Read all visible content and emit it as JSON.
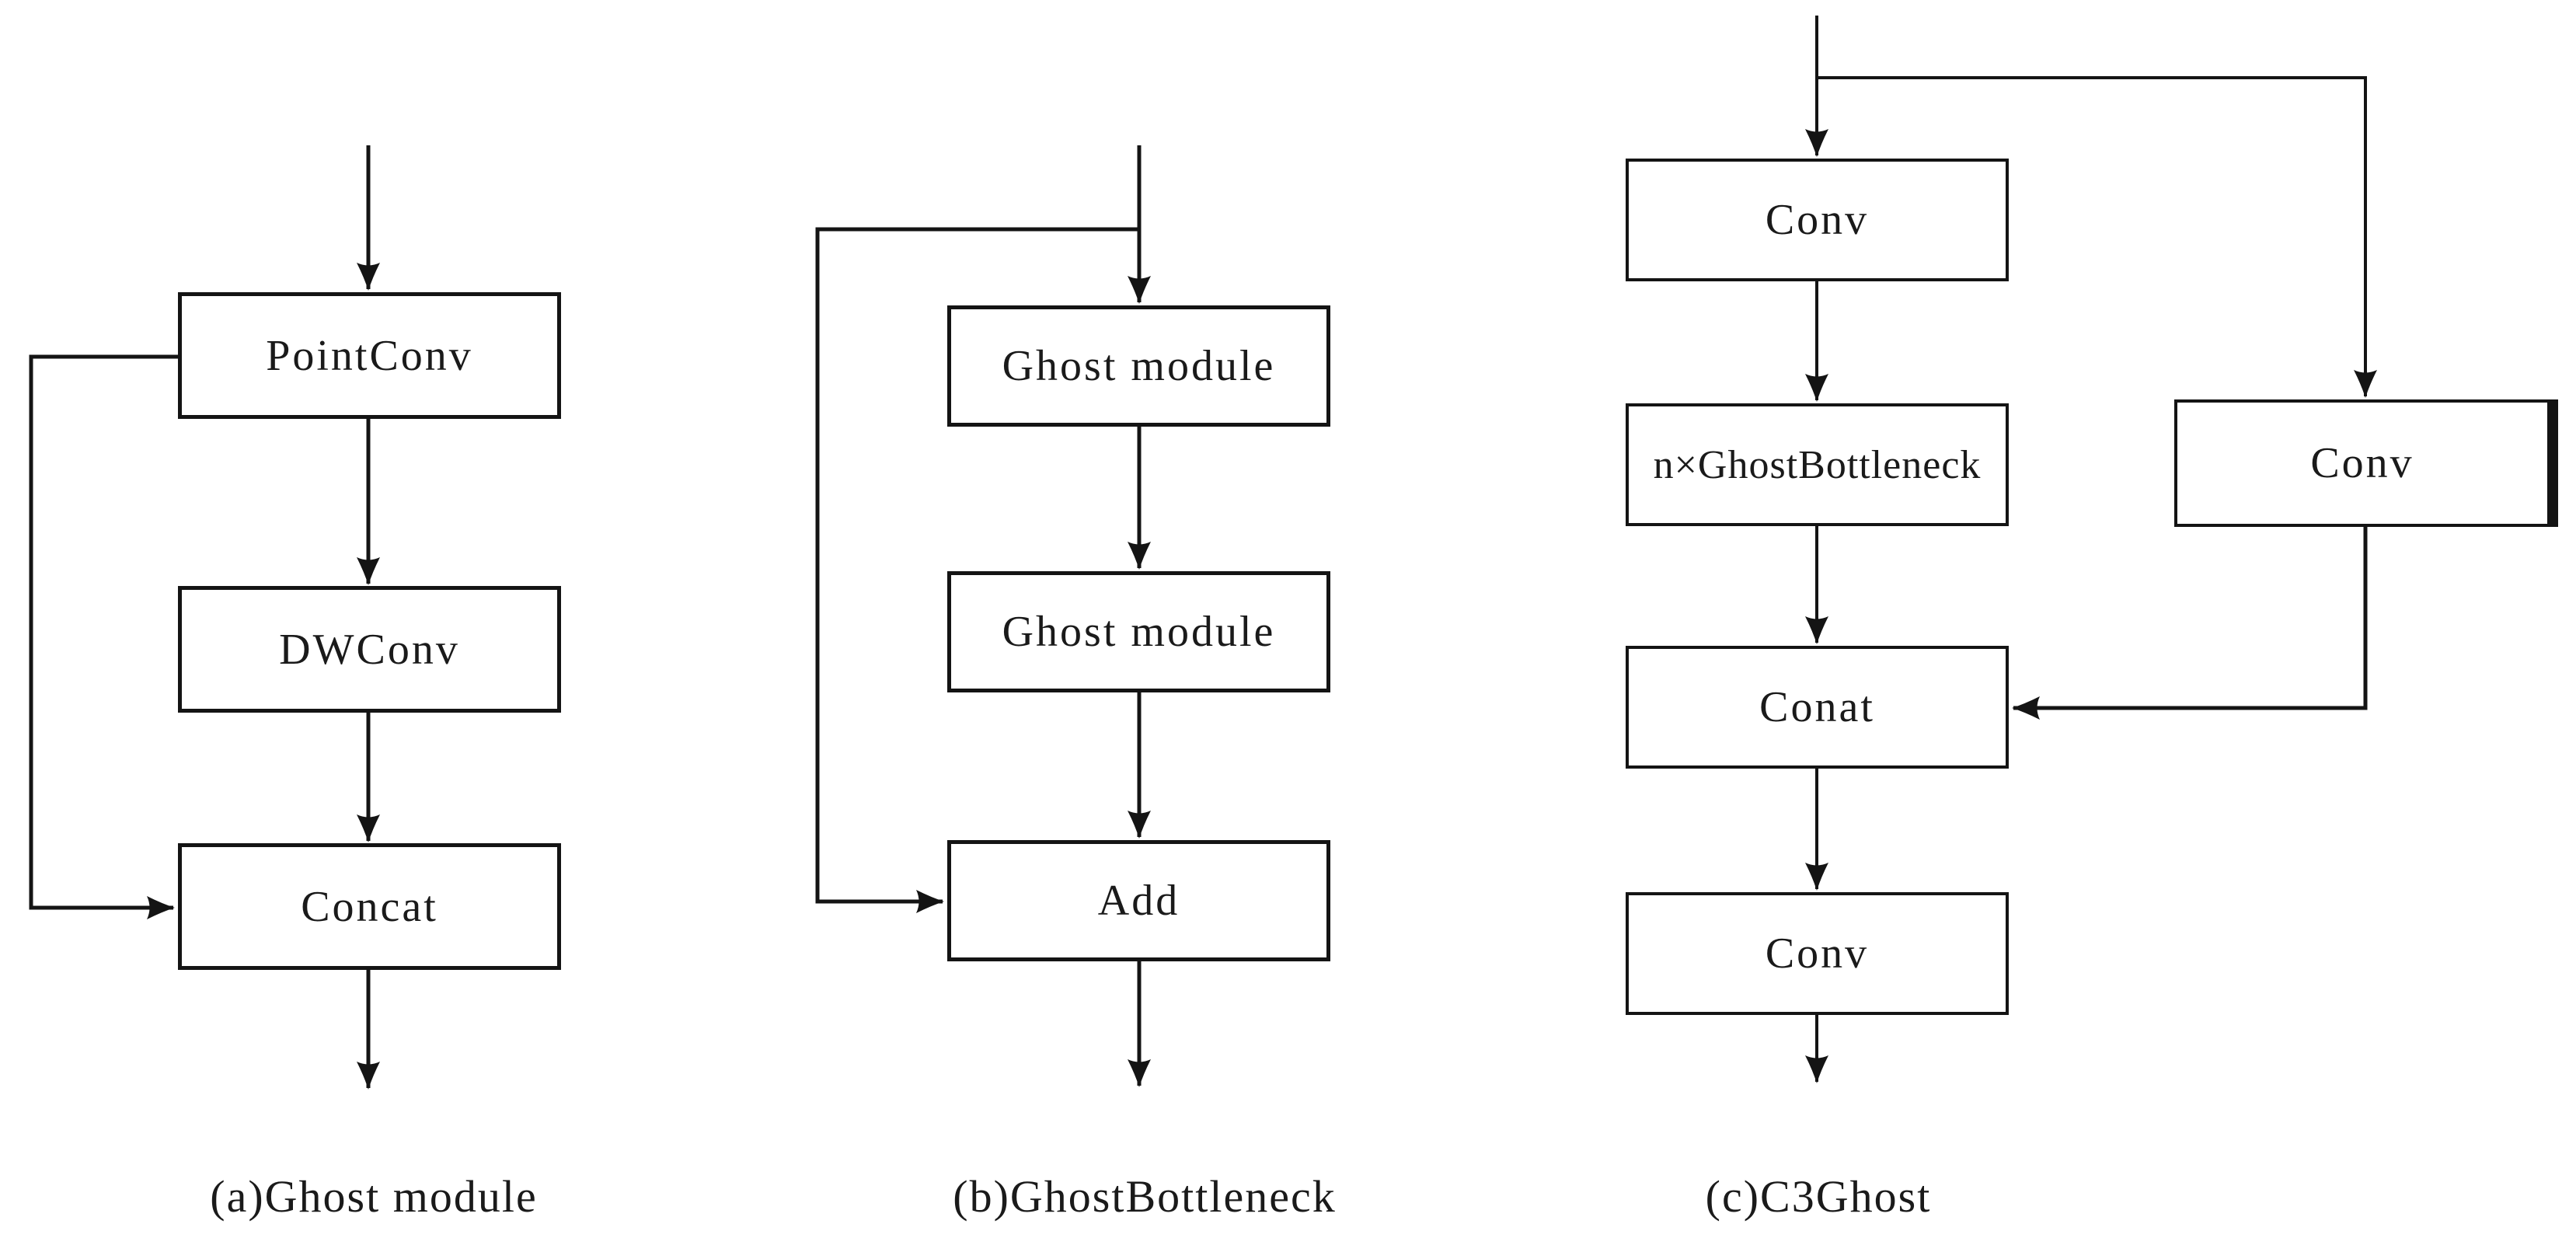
{
  "figure": {
    "colors": {
      "background": "#ffffff",
      "line": "#141414",
      "box_fill": "#ffffff",
      "text": "#1a1a1a"
    },
    "diagrams": [
      {
        "id": "a",
        "caption": "(a)Ghost module",
        "nodes": [
          {
            "label": "PointConv"
          },
          {
            "label": "DWConv"
          },
          {
            "label": "Concat"
          }
        ]
      },
      {
        "id": "b",
        "caption": "(b)GhostBottleneck",
        "nodes": [
          {
            "label": "Ghost module"
          },
          {
            "label": "Ghost module"
          },
          {
            "label": "Add"
          }
        ]
      },
      {
        "id": "c",
        "caption": "(c)C3Ghost",
        "nodes": [
          {
            "label": "Conv"
          },
          {
            "label": "n×GhostBottleneck"
          },
          {
            "label": "Conv"
          },
          {
            "label": "Conat"
          },
          {
            "label": "Conv"
          }
        ]
      }
    ]
  }
}
